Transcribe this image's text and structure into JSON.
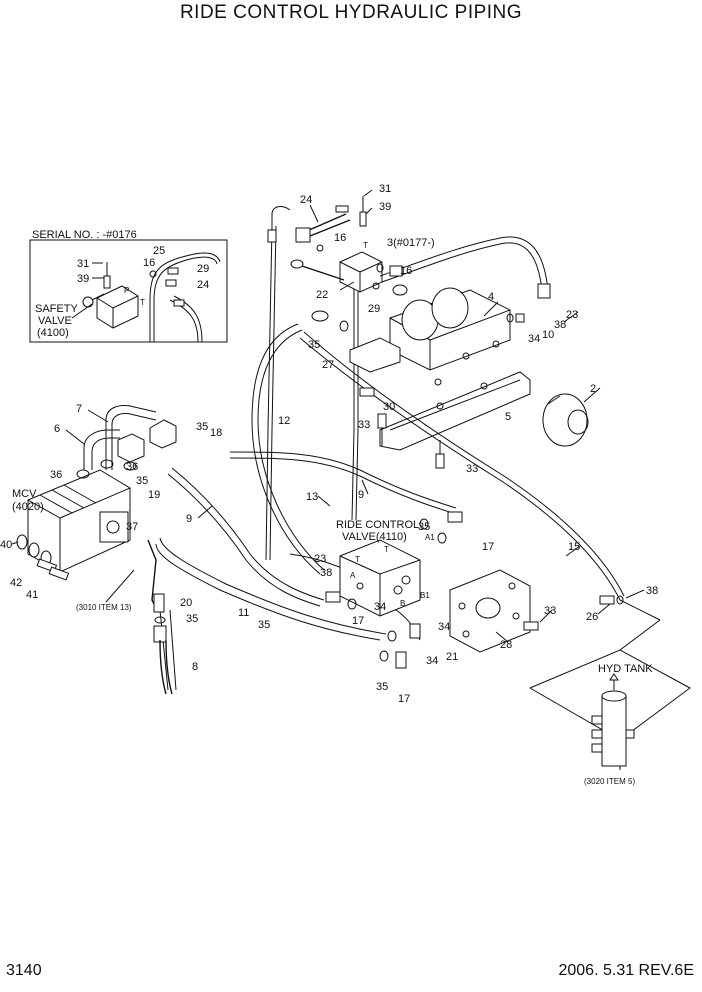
{
  "title": "RIDE CONTROL HYDRAULIC PIPING",
  "page_number": "3140",
  "revision": "2006. 5.31  REV.6E",
  "inset": {
    "serial": "SERIAL NO. : -#0176",
    "safety_valve": [
      "SAFETY",
      "VALVE",
      "(4100)"
    ],
    "labels": [
      "25",
      "16",
      "29",
      "31",
      "39",
      "24"
    ],
    "port_labels": [
      "P",
      "T"
    ]
  },
  "callouts": {
    "mcv": [
      "MCV",
      "(4020)"
    ],
    "ride_control_valve": [
      "RIDE CONTROL",
      "VALVE(4110)"
    ],
    "hyd_tank": "HYD TANK",
    "ref_3010": "(3010 ITEM 13)",
    "ref_3020": "(3020  ITEM 5)",
    "ref_3_serial": "3(#0177-)"
  },
  "port_letters": [
    "T",
    "A",
    "A1",
    "B",
    "B1",
    "T",
    "P"
  ],
  "part_numbers": [
    "24",
    "31",
    "39",
    "16",
    "16",
    "22",
    "29",
    "4",
    "23",
    "38",
    "10",
    "34",
    "35",
    "27",
    "2",
    "30",
    "33",
    "5",
    "33",
    "7",
    "6",
    "35",
    "18",
    "12",
    "36",
    "36",
    "35",
    "19",
    "9",
    "13",
    "9",
    "35",
    "17",
    "38",
    "23",
    "15",
    "37",
    "40",
    "42",
    "41",
    "20",
    "35",
    "8",
    "11",
    "35",
    "17",
    "34",
    "34",
    "34",
    "21",
    "35",
    "17",
    "28",
    "33",
    "26",
    "38"
  ]
}
